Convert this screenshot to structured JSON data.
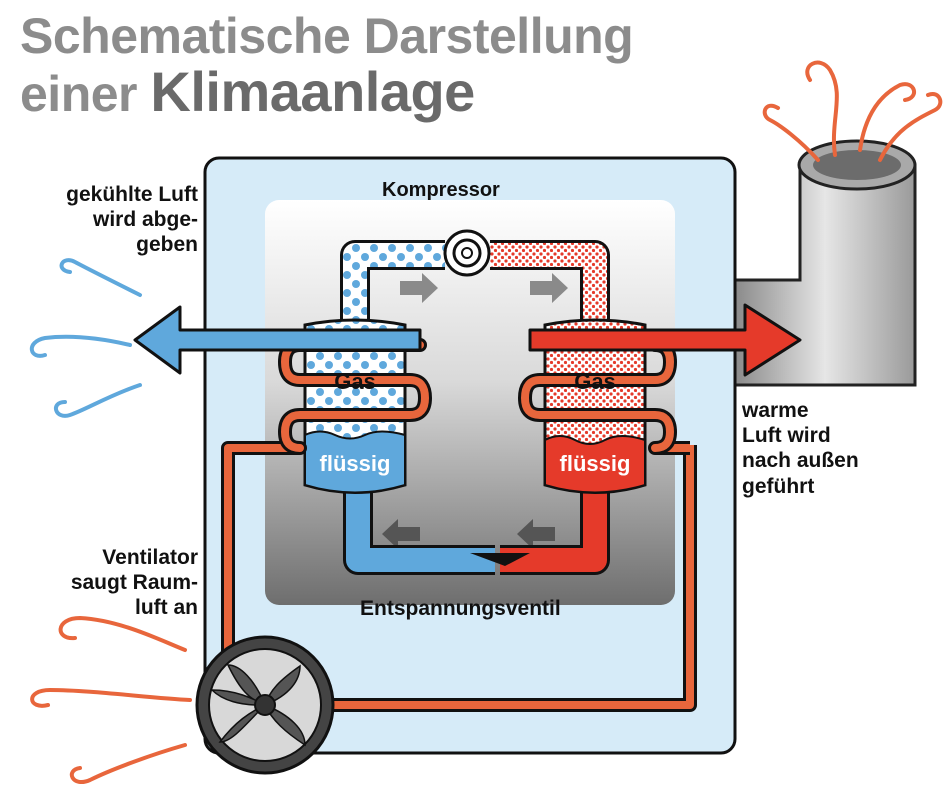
{
  "title": {
    "line1": "Schematische Darstellung",
    "line2_prefix": "einer",
    "line2_strong": "Klimaanlage"
  },
  "labels": {
    "compressor": "Kompressor",
    "cooled_air": [
      "gekühlte Luft",
      "wird abge-",
      "geben"
    ],
    "warm_air": [
      "warme",
      "Luft wird",
      "nach außen",
      "geführt"
    ],
    "fan": [
      "Ventilator",
      "saugt Raum-",
      "luft an"
    ],
    "valve": "Entspannungsventil",
    "left_gas": "Gas",
    "left_liquid": "flüssig",
    "right_gas": "Gas",
    "right_liquid": "flüssig"
  },
  "colors": {
    "cold": "#5fa8dc",
    "hot": "#e53a2a",
    "pipe_hot": "#e8663c",
    "frame": "#d6ebf8",
    "inner": "#c9c9c9"
  }
}
